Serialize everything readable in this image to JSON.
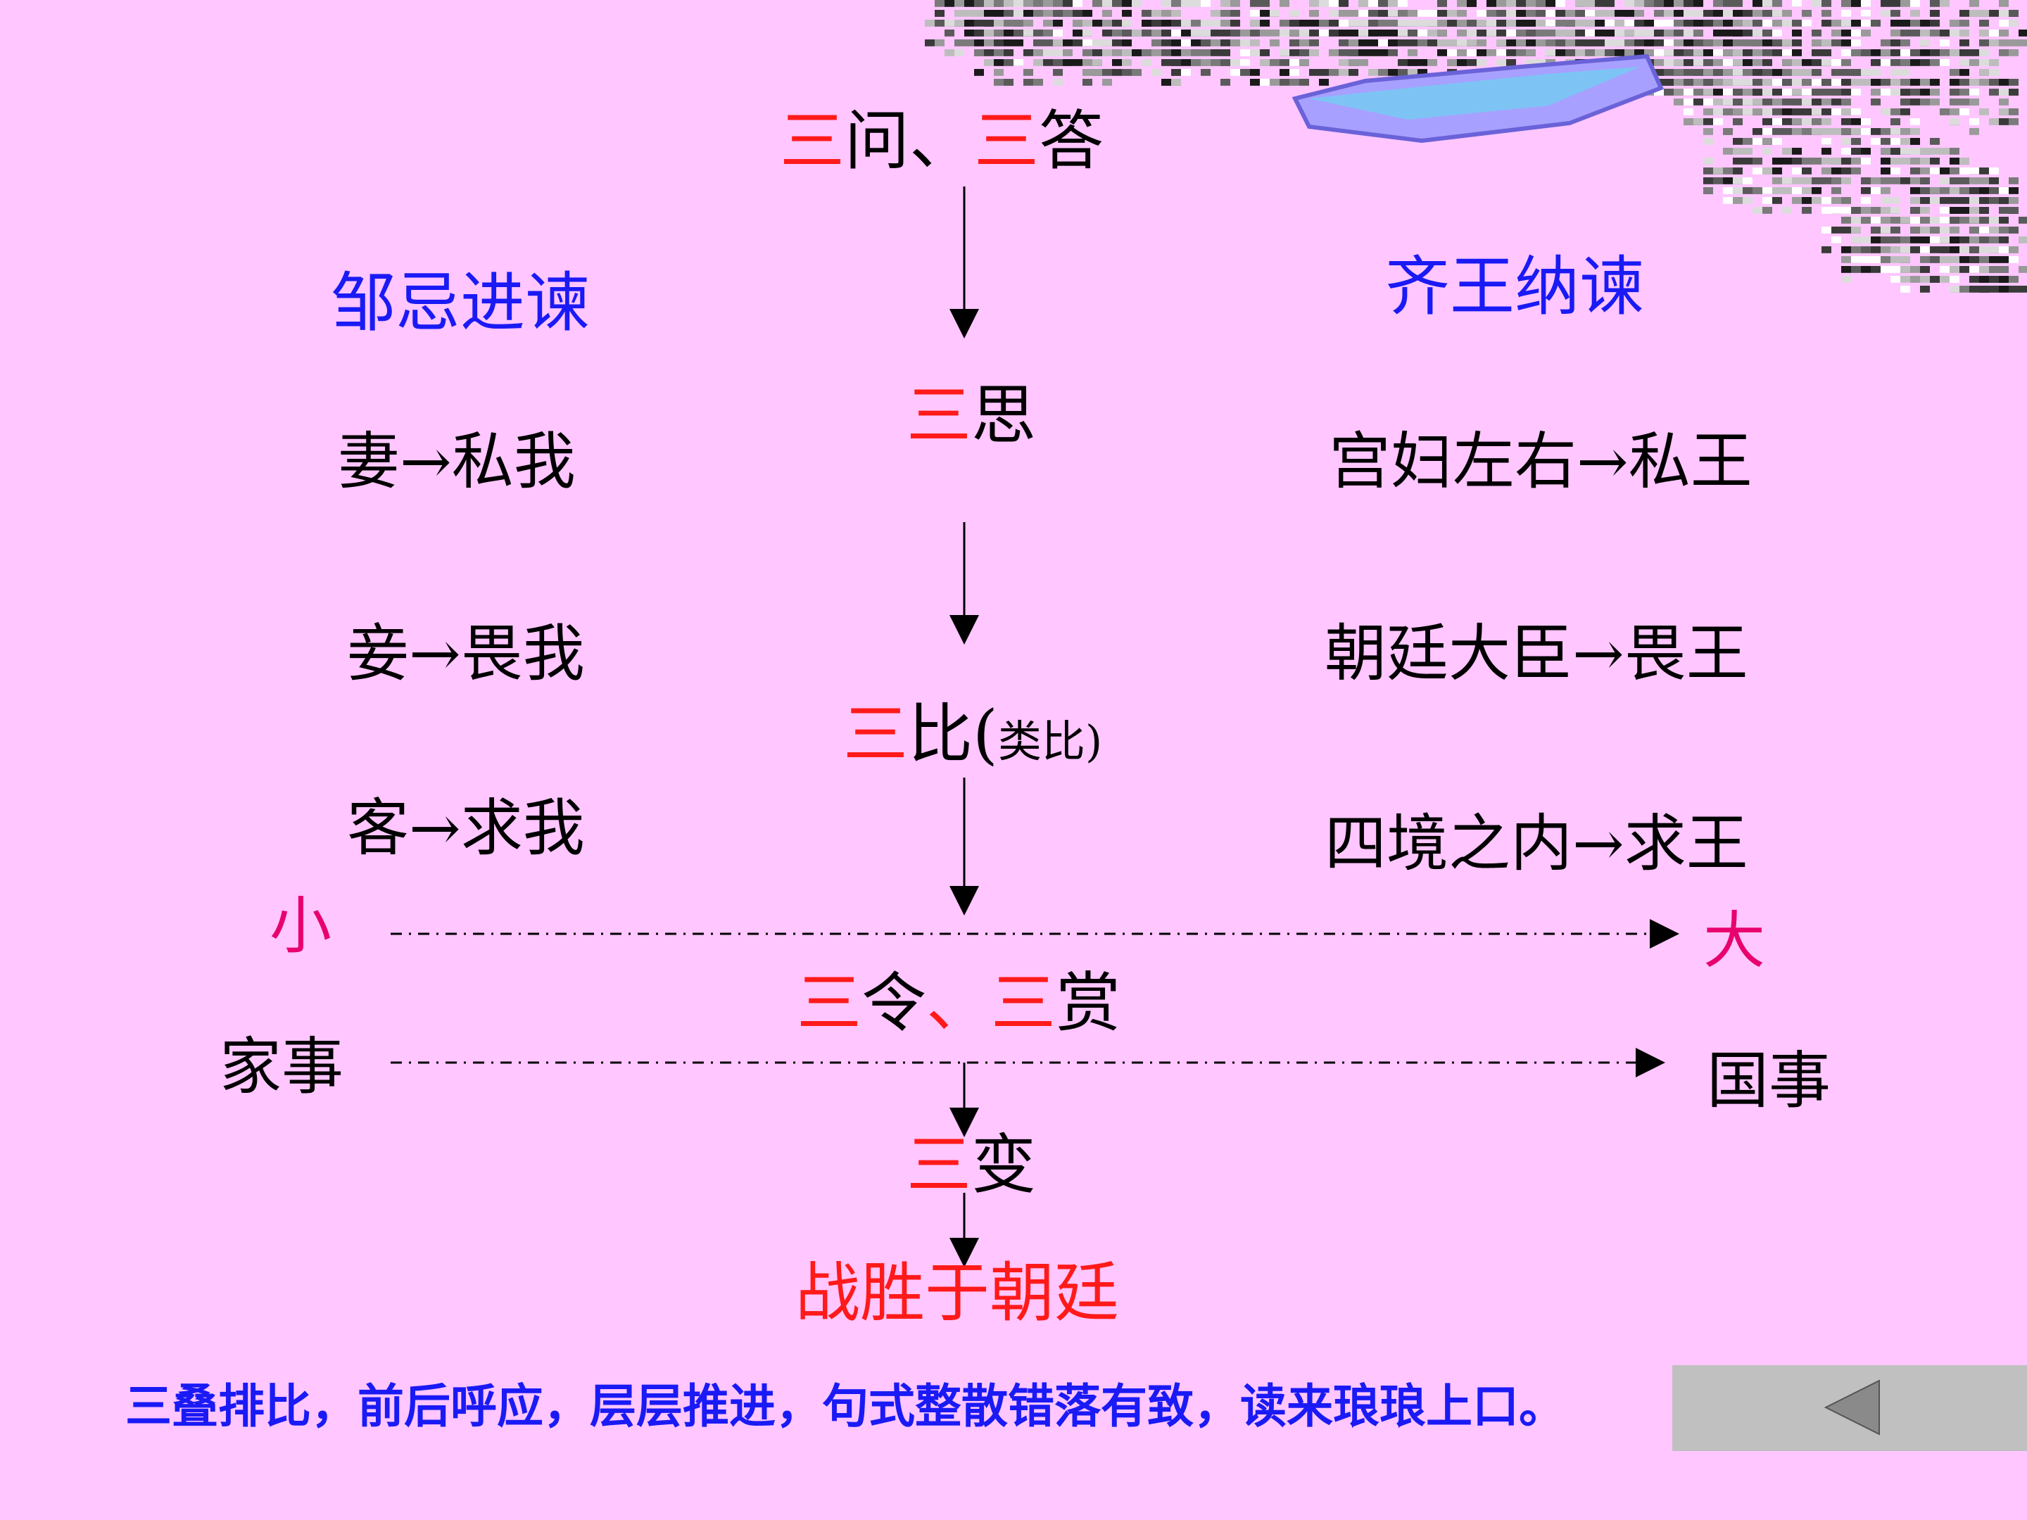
{
  "center": {
    "step1": {
      "p1": "三",
      "p2": "问、",
      "p3": "三",
      "p4": "答"
    },
    "step2": {
      "p1": "三",
      "p2": "思"
    },
    "step3": {
      "p1": "三",
      "p2": "比(",
      "p3": "类比",
      "p4": ")"
    },
    "step4": {
      "p1": "三",
      "p2": "令",
      "p3": "、",
      "p4": "三",
      "p5": "赏"
    },
    "step5": {
      "p1": "三",
      "p2": "变"
    },
    "result": "战胜于朝廷"
  },
  "left": {
    "title": "邹忌进谏",
    "items": [
      "妻→私我",
      "妾→畏我",
      "客→求我"
    ]
  },
  "right": {
    "title": "齐王纳谏",
    "items": [
      "宫妇左右→私王",
      "朝廷大臣→畏王",
      "四境之内→求王"
    ]
  },
  "scale1": {
    "from": "小",
    "to": "大"
  },
  "scale2": {
    "from": "家事",
    "to": "国事"
  },
  "summary": "三叠排比，前后呼应，层层推进，句式整散错落有致，读来琅琅上口。",
  "colors": {
    "background": "#ffc6ff",
    "red": "#ff1a1a",
    "blue": "#1a1af5",
    "magenta": "#e8006e"
  },
  "icons": {
    "nav": "back-triangle-icon",
    "decoration": "pixel-branch-decoration"
  }
}
